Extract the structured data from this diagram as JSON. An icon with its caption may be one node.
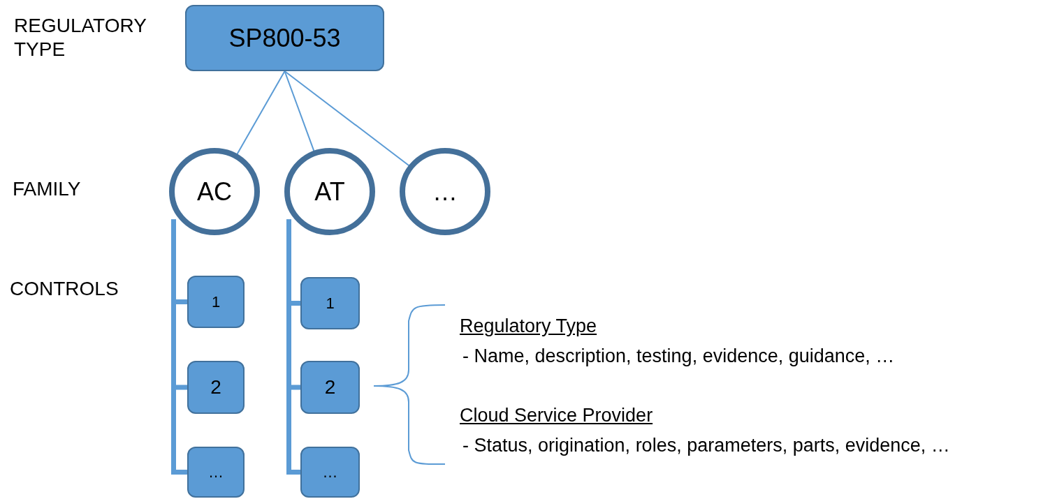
{
  "diagram": {
    "nodes": [
      {
        "text": [
          "SP800-53"
        ]
      },
      {
        "text": [
          "AC"
        ]
      },
      {
        "text": [
          "AT"
        ]
      },
      {
        "text": [
          "…"
        ]
      },
      {
        "text": [
          "1"
        ]
      },
      {
        "text": [
          "2"
        ]
      },
      {
        "text": [
          "…"
        ]
      },
      {
        "text": [
          "1"
        ]
      },
      {
        "text": [
          "2"
        ]
      },
      {
        "text": [
          "…"
        ]
      }
    ],
    "edges": [
      {
        "from": 0,
        "to": 1,
        "arrow": "none"
      },
      {
        "from": 0,
        "to": 2,
        "arrow": "none"
      },
      {
        "from": 0,
        "to": 3,
        "arrow": "none"
      },
      {
        "from": 1,
        "to": 4,
        "arrow": "none"
      },
      {
        "from": 1,
        "to": 5,
        "arrow": "none"
      },
      {
        "from": 1,
        "to": 6,
        "arrow": "none"
      },
      {
        "from": 2,
        "to": 7,
        "arrow": "none"
      },
      {
        "from": 2,
        "to": 8,
        "arrow": "none"
      },
      {
        "from": 2,
        "to": 9,
        "arrow": "none"
      }
    ],
    "labels": [
      "REGULATORY TYPE",
      "FAMILY",
      "CONTROLS",
      "Regulatory Type",
      "- Name, description, testing, evidence, guidance, …",
      "Cloud Service Provider",
      "- Status, origination, roles, parameters, parts, evidence, …"
    ]
  }
}
